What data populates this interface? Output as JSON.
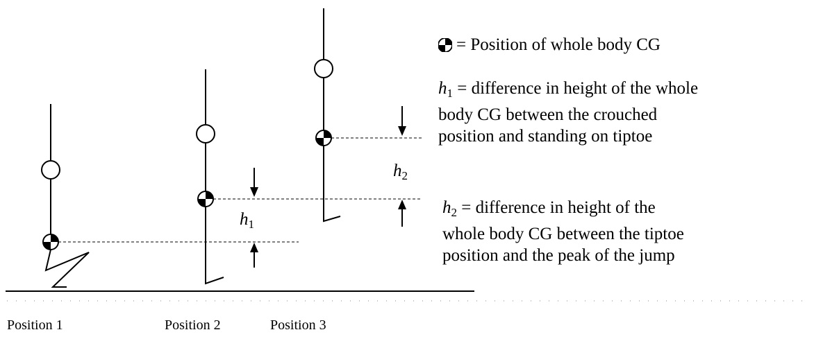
{
  "legend": {
    "cg_text": "= Position of whole body CG",
    "h1": {
      "symbol": "h",
      "subscript": "1",
      "lines": [
        "= difference in height of the whole",
        "body CG between the crouched",
        "position and standing on tiptoe"
      ]
    },
    "h2": {
      "symbol": "h",
      "subscript": "2",
      "lines": [
        "= difference in height of the",
        "whole body CG between the tiptoe",
        "position and the peak of the jump"
      ]
    }
  },
  "diagram": {
    "h1_label": {
      "symbol": "h",
      "subscript": "1"
    },
    "h2_label": {
      "symbol": "h",
      "subscript": "2"
    }
  },
  "positions": [
    "Position 1",
    "Position 2",
    "Position 3"
  ]
}
